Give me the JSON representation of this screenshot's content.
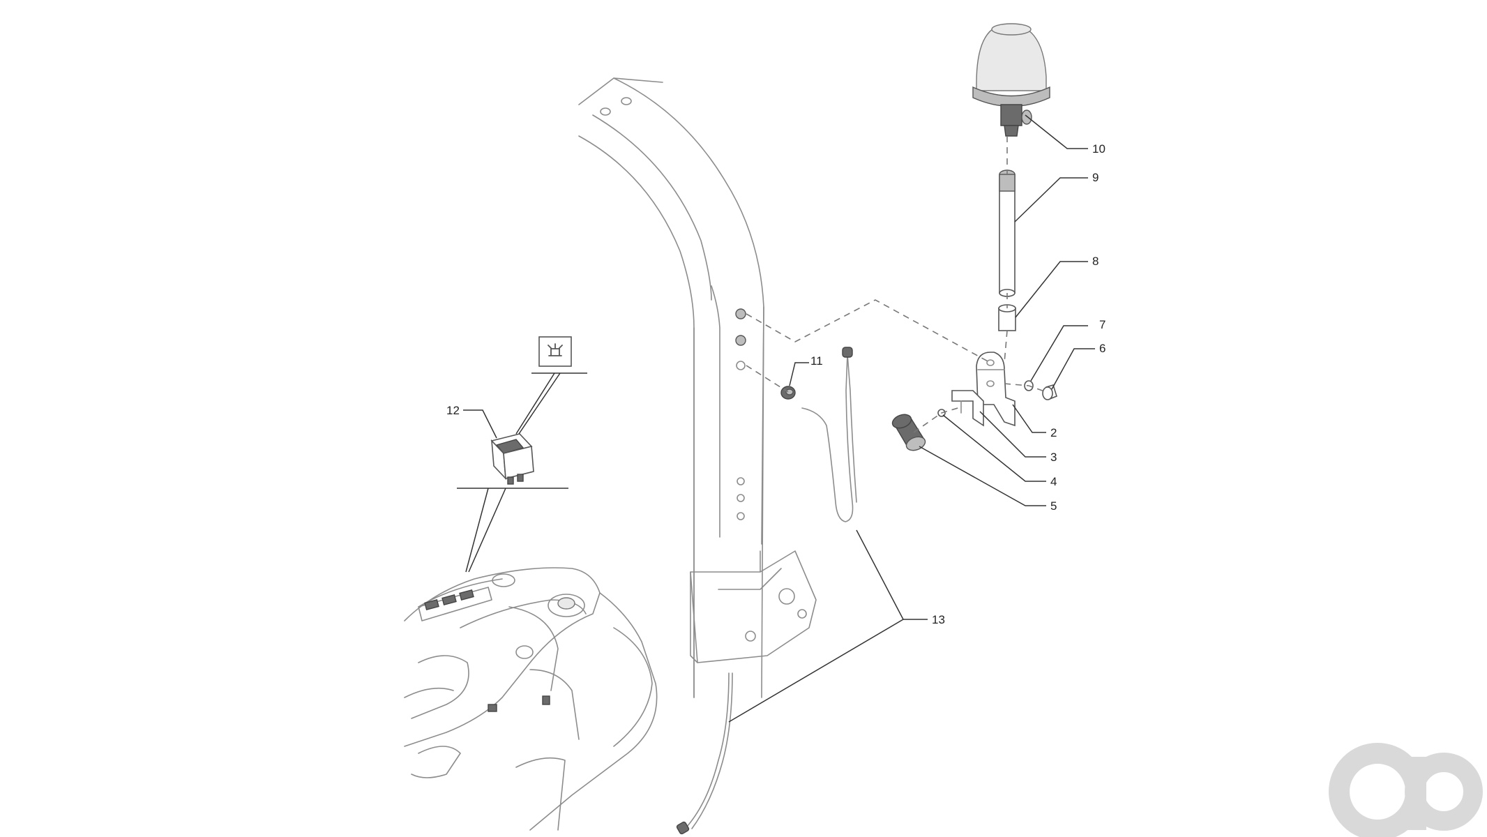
{
  "callouts": {
    "c10": "10",
    "c9": "9",
    "c8": "8",
    "c7": "7",
    "c6": "6",
    "c11": "11",
    "c2": "2",
    "c3": "3",
    "c4": "4",
    "c5": "5",
    "c12": "12",
    "c13": "13"
  },
  "icons": {
    "beacon_switch_symbol": "beacon-light-symbol-icon",
    "watermark": "brand-logo-icon"
  },
  "colors": {
    "line": "#8c8c8c",
    "ink": "#333333",
    "watermark": "#d9d9d9"
  }
}
